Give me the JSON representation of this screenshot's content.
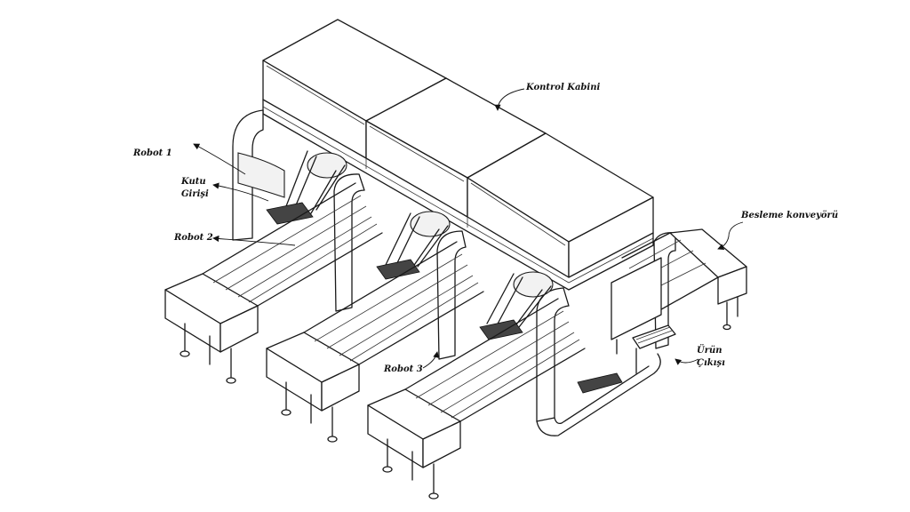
{
  "labels": {
    "control_cabinet": "Kontrol Kabini",
    "robot1": "Robot 1",
    "box_input_line1": "Kutu",
    "box_input_line2": "Girişi",
    "robot2": "Robot 2",
    "robot3": "Robot 3",
    "feed_conveyor": "Besleme konveyörü",
    "product_output_line1": "Ürün",
    "product_output_line2": "Çıkışı"
  },
  "colors": {
    "line": "#1a1a1a",
    "background": "#ffffff",
    "accent": "#444444"
  }
}
